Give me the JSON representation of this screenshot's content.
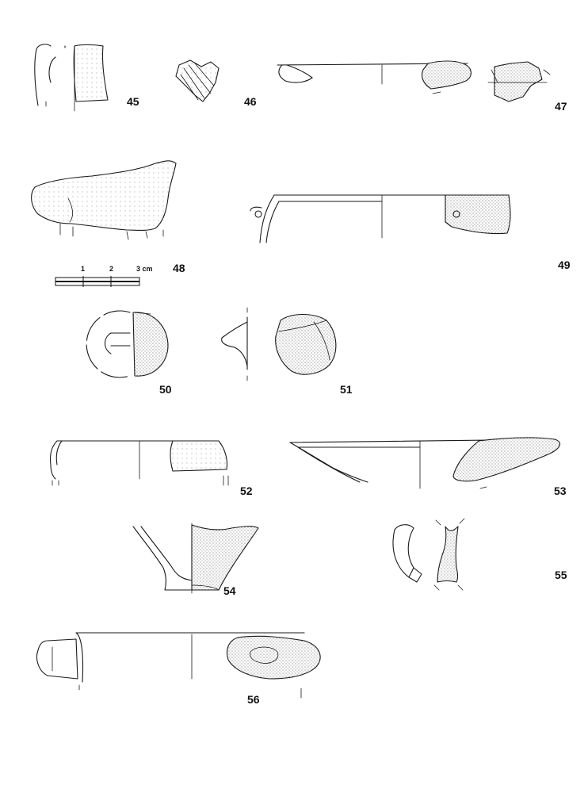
{
  "plate": {
    "scale_bar": {
      "labels": [
        "1",
        "2",
        "3 cm"
      ]
    },
    "figures": [
      {
        "id": "fig-45",
        "number": "45"
      },
      {
        "id": "fig-46",
        "number": "46"
      },
      {
        "id": "fig-47",
        "number": "47"
      },
      {
        "id": "fig-48",
        "number": "48"
      },
      {
        "id": "fig-49",
        "number": "49"
      },
      {
        "id": "fig-50",
        "number": "50"
      },
      {
        "id": "fig-51",
        "number": "51"
      },
      {
        "id": "fig-52",
        "number": "52"
      },
      {
        "id": "fig-53",
        "number": "53"
      },
      {
        "id": "fig-54",
        "number": "54"
      },
      {
        "id": "fig-55",
        "number": "55"
      },
      {
        "id": "fig-56",
        "number": "56"
      }
    ]
  }
}
